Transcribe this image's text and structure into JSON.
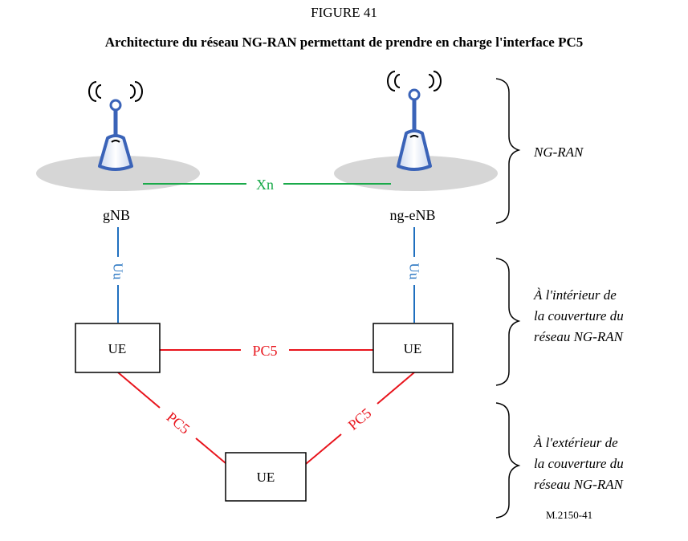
{
  "figure": {
    "number": "FIGURE 41",
    "title": "Architecture du réseau NG-RAN permettant de prendre en charge l'interface PC5",
    "ref": "M.2150-41"
  },
  "nodes": {
    "gnb": "gNB",
    "ng_enb": "ng-eNB",
    "ue_left": "UE",
    "ue_right": "UE",
    "ue_bottom": "UE"
  },
  "links": {
    "xn": "Xn",
    "uu_left": "Uu",
    "uu_right": "Uu",
    "pc5_middle": "PC5",
    "pc5_left": "PC5",
    "pc5_right": "PC5"
  },
  "regions": {
    "ng_ran": "NG-RAN",
    "inside": [
      "À l'intérieur de",
      "la couverture du",
      "réseau NG-RAN"
    ],
    "outside": [
      "À l'extérieur de",
      "la couverture du",
      "réseau NG-RAN"
    ]
  },
  "colors": {
    "xn_link": "#1aaa4a",
    "uu_link": "#1f6fbf",
    "pc5_link": "#e8141c",
    "coverage": "#d6d6d6",
    "antenna": "#3a63b8"
  }
}
